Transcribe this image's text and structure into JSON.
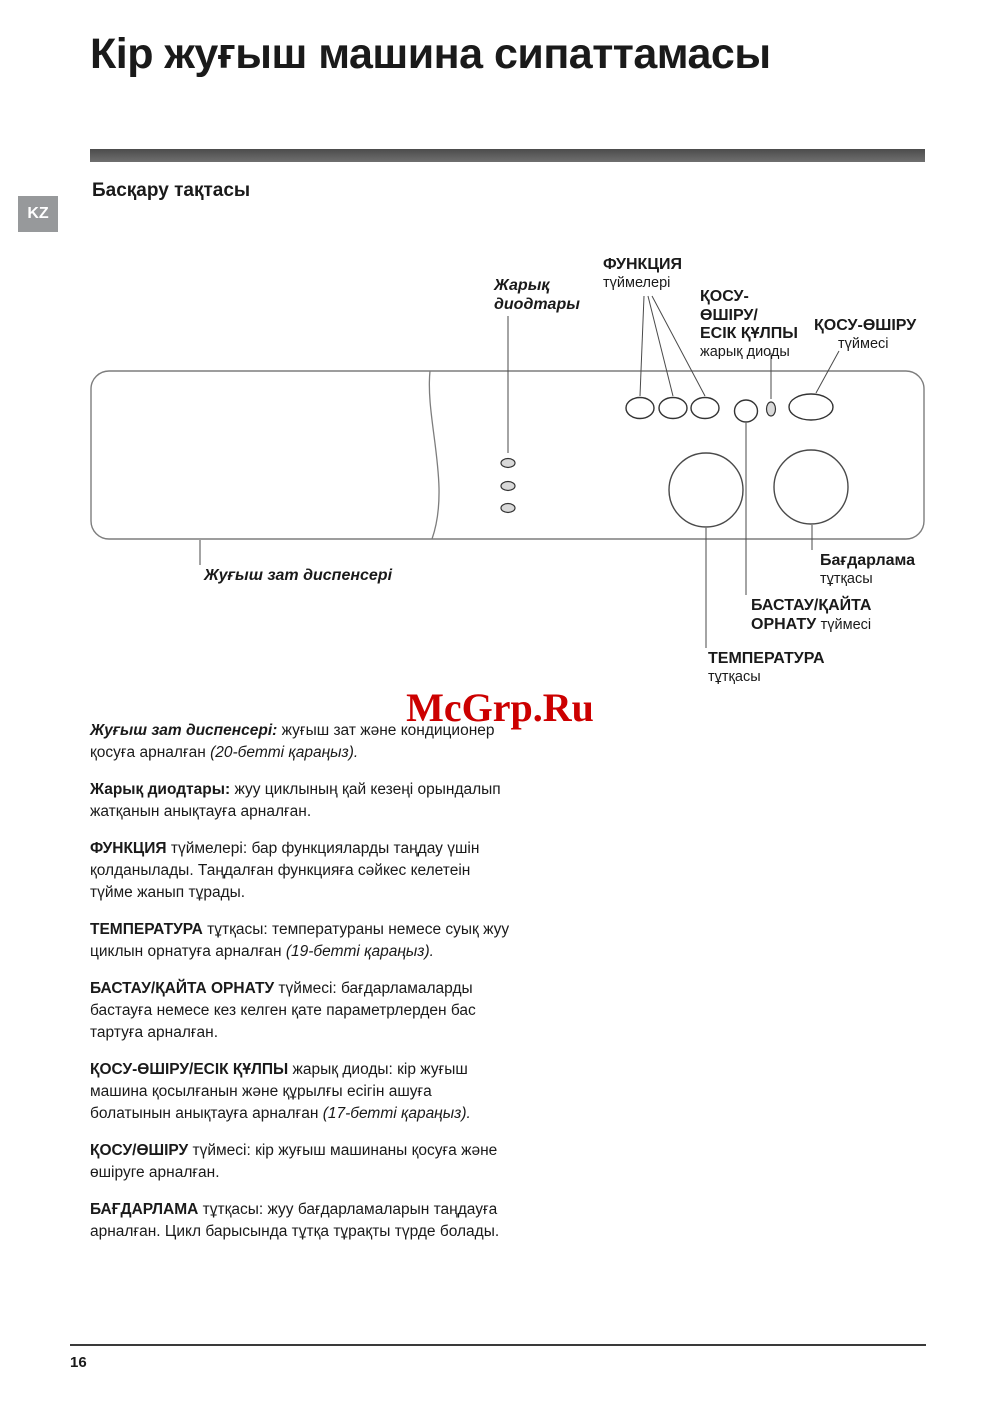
{
  "page": {
    "title": "Кір жуғыш машина сипаттамасы",
    "region_tag": "KZ",
    "section_heading": "Басқару тақтасы",
    "watermark": "McGrp.Ru",
    "page_number": "16"
  },
  "colors": {
    "watermark_red": "#cc0000",
    "title_bar_gray": "#4c4c4c",
    "kz_tab_gray": "#97999b"
  },
  "diagram": {
    "labels": {
      "leds_line1": "Жарық",
      "leds_line2": "диодтары",
      "function_bold": "ФУНКЦИЯ",
      "function_regular": "түймелері",
      "doorlock_line1": "ҚОСУ-",
      "doorlock_line2": "ӨШІРУ/",
      "doorlock_line3": "ЕСІК ҚҰЛПЫ",
      "doorlock_regular": "жарық диоды",
      "onoff_bold": "ҚОСУ-ӨШІРУ",
      "onoff_regular": "түймесі",
      "dispenser": "Жуғыш зат диспенсері",
      "program_bold": "Бағдарлама",
      "program_regular": "тұтқасы",
      "start_line1": "БАСТАУ/ҚАЙТА",
      "start_line2_bold": "ОРНАТУ",
      "start_line2_regular": "түймесі",
      "temp_bold": "ТЕМПЕРАТУРА",
      "temp_regular": "тұтқасы"
    }
  },
  "paragraphs": [
    {
      "lead": "Жуғыш зат диспенсері:",
      "body": " жуғыш зат және кондиционер қосуға арналған ",
      "italic": "(20-бетті қараңыз)."
    },
    {
      "lead": "Жарық диодтары:",
      "body": " жуу циклының қай кезеңі орындалып жатқанын анықтауға арналған.",
      "italic": ""
    },
    {
      "lead": "ФУНКЦИЯ",
      "body": " түймелері: бар функцияларды таңдау үшін қолданылады. Таңдалған функцияға сәйкес келетеін түйме жанып тұрады.",
      "italic": ""
    },
    {
      "lead": "ТЕМПЕРАТУРА",
      "body": " тұтқасы: температураны немесе суық жуу циклын орнатуға арналған ",
      "italic": "(19-бетті қараңыз)."
    },
    {
      "lead": "БАСТАУ/ҚАЙТА ОРНАТУ",
      "body": " түймесі: бағдарламаларды бастауға немесе кез келген қате параметрлерден бас тартуға арналған.",
      "italic": ""
    },
    {
      "lead": "ҚОСУ-ӨШІРУ/ЕСІК ҚҰЛПЫ",
      "body": " жарық диоды: кір жуғыш машина қосылғанын және құрылғы есігін ашуға болатынын анықтауға арналған ",
      "italic": "(17-бетті қараңыз)."
    },
    {
      "lead": "ҚОСУ/ӨШІРУ",
      "body": " түймесі: кір жуғыш машинаны қосуға және өшіруге арналған.",
      "italic": ""
    },
    {
      "lead": "БАҒДАРЛАМА",
      "body": " тұтқасы: жуу бағдарламаларын таңдауға арналған. Цикл барысында тұтқа тұрақты түрде болады.",
      "italic": ""
    }
  ]
}
